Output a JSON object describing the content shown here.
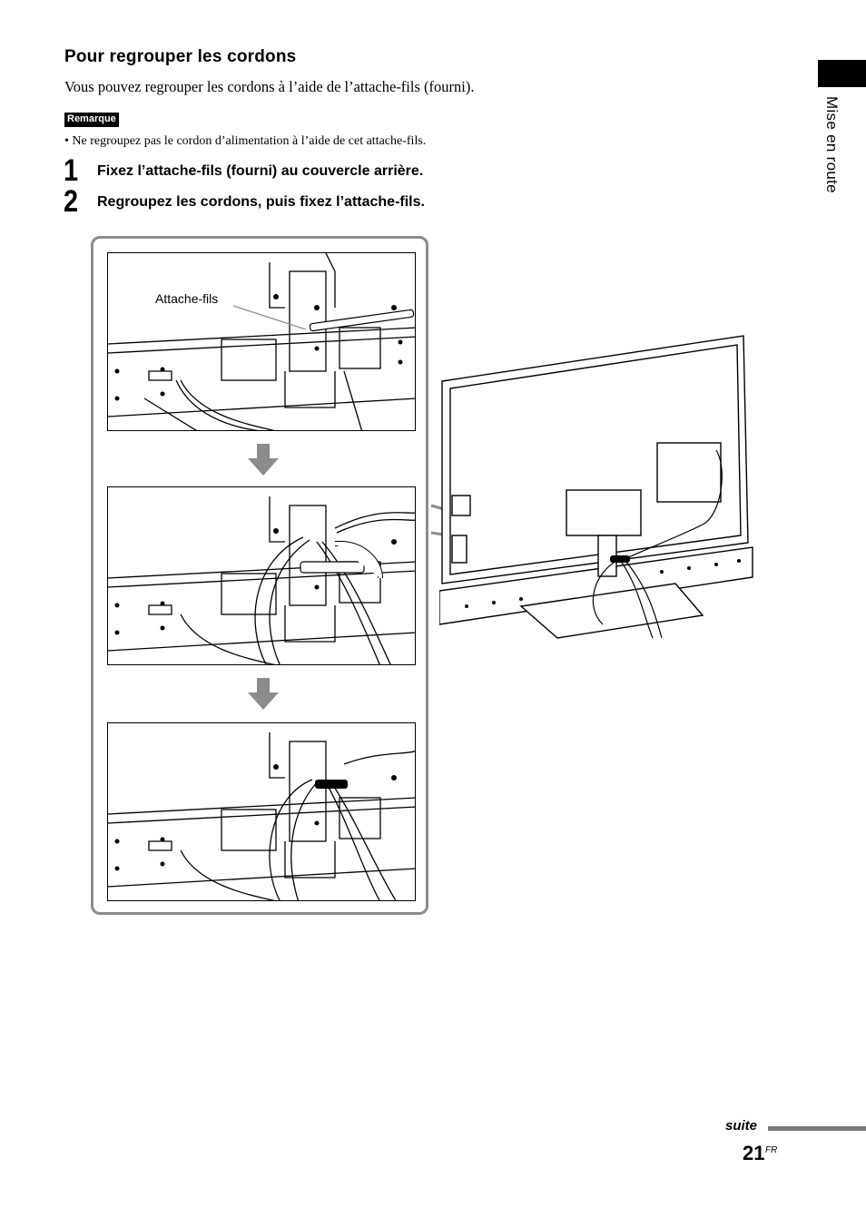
{
  "section": {
    "title": "Pour regrouper les cordons",
    "intro": "Vous pouvez regrouper les cordons à l’aide de l’attache-fils (fourni).",
    "note_badge": "Remarque",
    "note_text": "• Ne regroupez pas le cordon d’alimentation à l’aide de cet attache-fils."
  },
  "steps": [
    {
      "number": "1",
      "text": "Fixez l’attache-fils (fourni) au couvercle arrière."
    },
    {
      "number": "2",
      "text": "Regroupez les cordons, puis fixez l’attache-fils."
    }
  ],
  "illustration": {
    "callout_label": "Attache-fils"
  },
  "side_tab": {
    "label": "Mise en route"
  },
  "footer": {
    "continued": "suite",
    "page_number": "21",
    "page_suffix": "FR"
  }
}
